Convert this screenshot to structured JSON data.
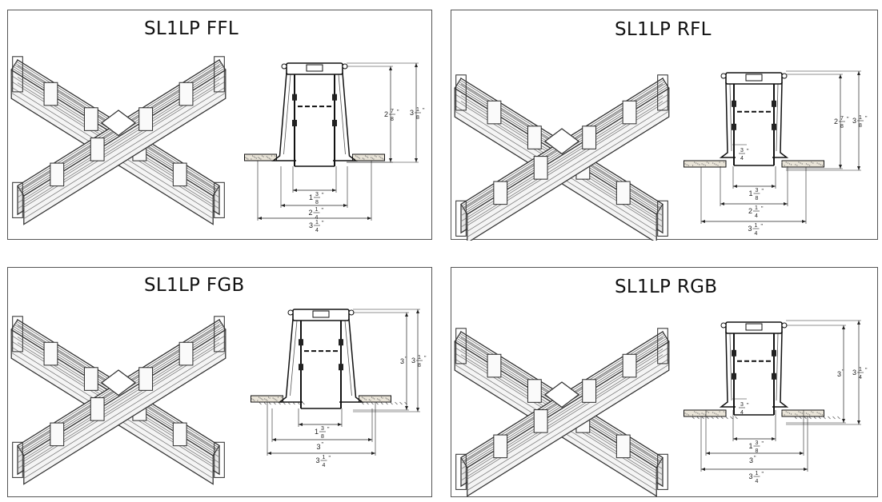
{
  "panels": [
    {
      "id": "ffl",
      "title": "SL1LP FFL",
      "variant": "flange",
      "dims": {
        "height_a": {
          "whole": "2",
          "num": "7",
          "den": "8",
          "unit": "\""
        },
        "height_b": {
          "whole": "3",
          "num": "1",
          "den": "8",
          "unit": "\""
        },
        "width_a": {
          "whole": "1",
          "num": "3",
          "den": "8",
          "unit": "\""
        },
        "width_b": {
          "whole": "2",
          "num": "1",
          "den": "4",
          "unit": "\""
        },
        "width_c": {
          "whole": "3",
          "num": "1",
          "den": "4",
          "unit": "\""
        }
      }
    },
    {
      "id": "rfl",
      "title": "SL1LP RFL",
      "variant": "flange-regressed",
      "dims": {
        "height_a": {
          "whole": "2",
          "num": "7",
          "den": "8",
          "unit": "\""
        },
        "height_b": {
          "whole": "3",
          "num": "1",
          "den": "8",
          "unit": "\""
        },
        "regress": {
          "whole": "",
          "num": "3",
          "den": "4",
          "unit": "\""
        },
        "width_a": {
          "whole": "1",
          "num": "3",
          "den": "8",
          "unit": "\""
        },
        "width_b": {
          "whole": "2",
          "num": "1",
          "den": "4",
          "unit": "\""
        },
        "width_c": {
          "whole": "3",
          "num": "1",
          "den": "4",
          "unit": "\""
        }
      }
    },
    {
      "id": "fgb",
      "title": "SL1LP FGB",
      "variant": "grid",
      "dims": {
        "height_a": {
          "whole": "3",
          "num": "",
          "den": "",
          "unit": "\""
        },
        "height_b": {
          "whole": "3",
          "num": "1",
          "den": "8",
          "unit": "\""
        },
        "width_a": {
          "whole": "1",
          "num": "3",
          "den": "8",
          "unit": "\""
        },
        "width_b": {
          "whole": "3",
          "num": "",
          "den": "",
          "unit": "\""
        },
        "width_c": {
          "whole": "3",
          "num": "1",
          "den": "4",
          "unit": "\""
        }
      }
    },
    {
      "id": "rgb",
      "title": "SL1LP RGB",
      "variant": "grid-regressed",
      "dims": {
        "height_a": {
          "whole": "3",
          "num": "",
          "den": "",
          "unit": "\""
        },
        "height_b": {
          "whole": "3",
          "num": "1",
          "den": "4",
          "unit": "\""
        },
        "regress": {
          "whole": "",
          "num": "3",
          "den": "4",
          "unit": "\""
        },
        "width_a": {
          "whole": "1",
          "num": "3",
          "den": "8",
          "unit": "\""
        },
        "width_b": {
          "whole": "3",
          "num": "",
          "den": "",
          "unit": "\""
        },
        "width_c": {
          "whole": "3",
          "num": "1",
          "den": "4",
          "unit": "\""
        }
      }
    }
  ]
}
